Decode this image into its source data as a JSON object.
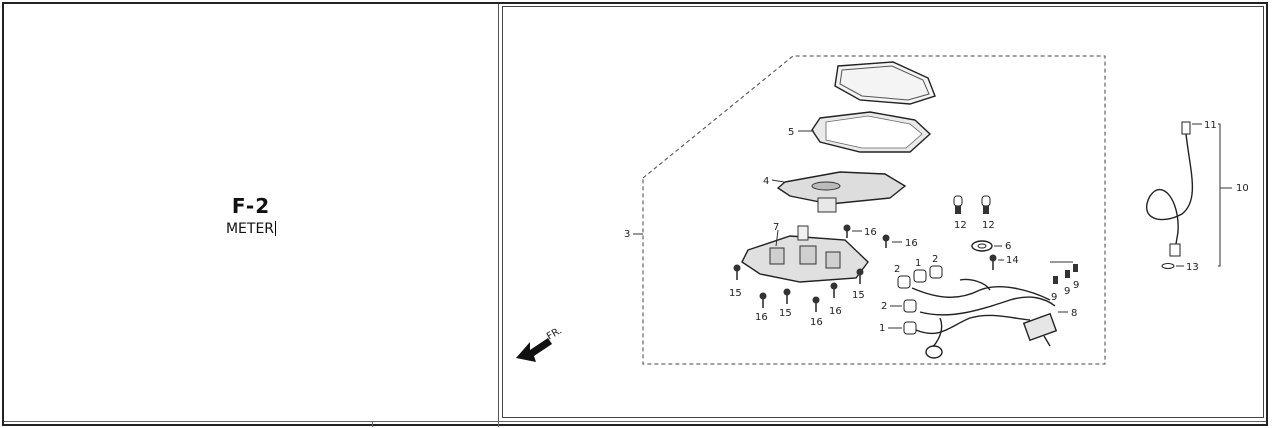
{
  "section": {
    "code": "F-2",
    "title": "METER"
  },
  "diagram": {
    "direction_label": "FR.",
    "callouts": [
      "1",
      "2",
      "3",
      "4",
      "5",
      "6",
      "7",
      "8",
      "9",
      "10",
      "11",
      "12",
      "13",
      "14",
      "15",
      "16"
    ]
  }
}
